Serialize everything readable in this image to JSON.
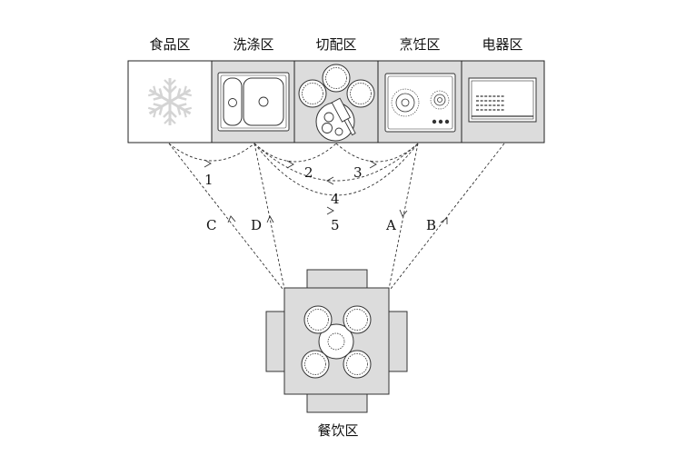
{
  "zones": {
    "food": "食品区",
    "wash": "洗涤区",
    "cut": "切配区",
    "cook": "烹饪区",
    "appliance": "电器区",
    "dining": "餐饮区"
  },
  "flows": [
    "1",
    "2",
    "3",
    "4",
    "5"
  ],
  "paths": [
    "A",
    "B",
    "C",
    "D"
  ],
  "colors": {
    "counter_fill": "#dcdcdc",
    "food_fill": "#ffffff",
    "line": "#333333",
    "snowflake": "#d4d4d4"
  }
}
